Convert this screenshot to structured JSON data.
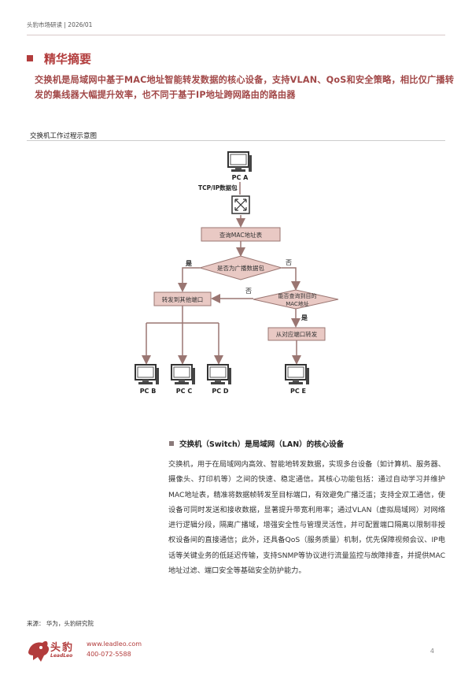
{
  "header": {
    "text": "头豹市场研读 | 2026/01"
  },
  "section": {
    "title": "精华摘要"
  },
  "summary": "交换机是局域网中基于MAC地址智能转发数据的核心设备，支持VLAN、QoS和安全策略，相比仅广播转发的集线器大幅提升效率，也不同于基于IP地址跨网路由的路由器",
  "figure": {
    "caption": "交换机工作过程示意图",
    "nodes": {
      "pc_a": "PC A",
      "packet": "TCP/IP数据包",
      "lookup": "查询MAC地址表",
      "is_broadcast": "是否为广播数据包",
      "yes": "是",
      "no": "否",
      "forward_other": "转发到其他端口",
      "found_mac_1": "能否查询到目的",
      "found_mac_2": "MAC地址",
      "no2": "否",
      "yes2": "是",
      "forward_port": "从对应端口转发",
      "pc_b": "PC B",
      "pc_c": "PC C",
      "pc_d": "PC D",
      "pc_e": "PC E"
    }
  },
  "content": {
    "subtitle": "交换机（Switch）是局域网（LAN）的核心设备",
    "body": "交换机，用于在局域网内高效、智能地转发数据，实现多台设备（如计算机、服务器、摄像头、打印机等）之间的快速、稳定通信。其核心功能包括：通过自动学习并维护MAC地址表，精准将数据帧转发至目标端口，有效避免广播泛滥；支持全双工通信，使设备可同时发送和接收数据，显著提升带宽利用率；通过VLAN（虚拟局域网）对网络进行逻辑分段，隔离广播域，增强安全性与管理灵活性，并可配置端口隔离以限制非授权设备间的直接通信；此外，还具备QoS（服务质量）机制，优先保障视频会议、IP电话等关键业务的低延迟传输，支持SNMP等协议进行流量监控与故障排查，并提供MAC地址过滤、端口安全等基础安全防护能力。"
  },
  "footer": {
    "source": "来源：  华为，头豹研究院",
    "logo_text": "头豹",
    "logo_sub": "LeadLeo",
    "website": "www.leadleo.com",
    "phone": "400-072-5588",
    "page": "4"
  },
  "colors": {
    "accent": "#b23c3c",
    "flow_fill": "#e9c9c4",
    "flow_stroke": "#9a7672"
  }
}
